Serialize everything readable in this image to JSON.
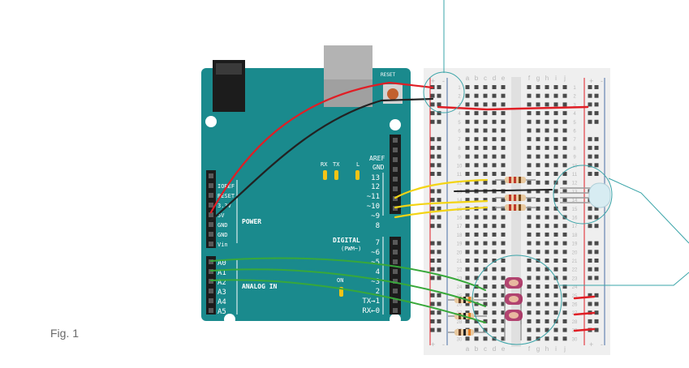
{
  "figure": {
    "caption": "Fig. 1"
  },
  "board": {
    "reset_label": "RESET",
    "led_labels": [
      "RX",
      "TX",
      "L"
    ],
    "aref": "AREF",
    "gnd": "GND",
    "digital_pins": [
      "13",
      "12",
      "~11",
      "~10",
      "~9",
      "8",
      "7",
      "~6",
      "~5",
      "4",
      "~3",
      "2",
      "TX→1",
      "RX←0"
    ],
    "digital_label": "DIGITAL",
    "pwm_label": "(PWM~)",
    "power_pins": [
      "IOREF",
      "RESET",
      "3.3V",
      "5V",
      "GND",
      "GND",
      "Vin"
    ],
    "power_label": "POWER",
    "analog_pins": [
      "A0",
      "A1",
      "A2",
      "A3",
      "A4",
      "A5"
    ],
    "analog_label": "ANALOG IN",
    "on_label": "ON"
  },
  "breadboard": {
    "columns_left": [
      "a",
      "b",
      "c",
      "d",
      "e"
    ],
    "columns_right": [
      "f",
      "g",
      "h",
      "i",
      "j"
    ],
    "rows": 30,
    "rail_plus": "+",
    "rail_minus": "-"
  },
  "colors": {
    "board": "#1a8a8d",
    "breadboard": "#efefef",
    "wire_red": "#e01e25",
    "wire_black": "#222222",
    "wire_yellow": "#f3d414",
    "wire_green": "#38a83a",
    "callout": "#3aa4a8"
  }
}
